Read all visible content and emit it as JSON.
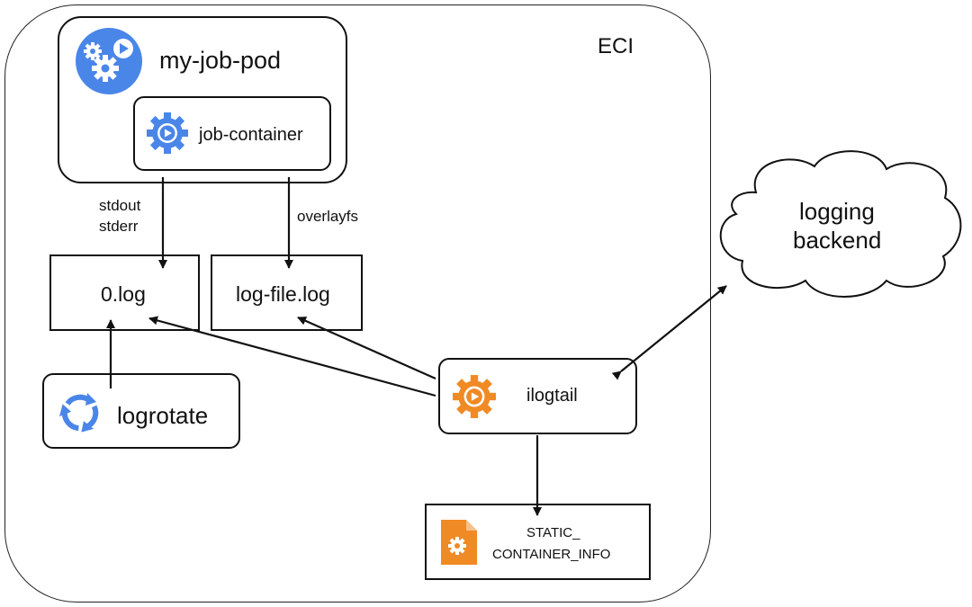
{
  "eci": {
    "label": "ECI"
  },
  "pod": {
    "title": "my-job-pod",
    "icon": "gears-play-icon"
  },
  "container": {
    "title": "job-container",
    "icon": "gear-play-icon"
  },
  "streams": {
    "line1": "stdout",
    "line2": "stderr"
  },
  "overlay": {
    "label": "overlayfs"
  },
  "files": {
    "zero_log": "0.log",
    "log_file": "log-file.log"
  },
  "logrotate": {
    "label": "logrotate",
    "icon": "rotate-arrows-icon"
  },
  "ilogtail": {
    "label": "ilogtail",
    "icon": "gear-play-icon"
  },
  "backend": {
    "line1": "logging",
    "line2": "backend"
  },
  "static_info": {
    "line1": "STATIC_",
    "line2": "CONTAINER_INFO",
    "icon": "document-gear-icon"
  },
  "colors": {
    "blue": "#4a86e8",
    "orange": "#f08a24",
    "stroke": "#111111"
  }
}
